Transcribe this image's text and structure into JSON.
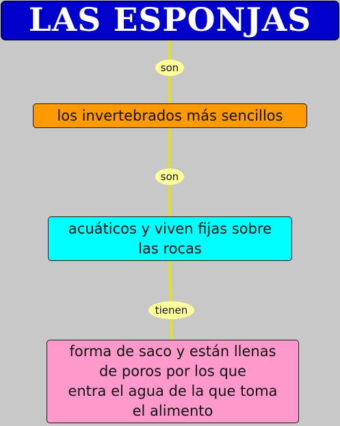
{
  "diagram": {
    "title": "LAS ESPONJAS",
    "nodes": [
      {
        "lines": [
          "los invertebrados  más sencillos"
        ]
      },
      {
        "lines": [
          "acuáticos y viven fijas sobre",
          "las rocas"
        ]
      },
      {
        "lines": [
          "forma de saco y están llenas",
          "de poros por los que",
          "entra el agua de la que toma",
          "el alimento"
        ]
      }
    ],
    "links": [
      {
        "label": "son"
      },
      {
        "label": "son"
      },
      {
        "label": "tienen"
      }
    ]
  },
  "colors": {
    "background": "#c8c8c8",
    "title_fill": "#0000cc",
    "title_text": "#ffffff",
    "node_1_fill": "#ff9900",
    "node_2_fill": "#00ffff",
    "node_3_fill": "#ff99cc",
    "link_label_fill": "#ffff99",
    "connector": "#e6e600"
  }
}
